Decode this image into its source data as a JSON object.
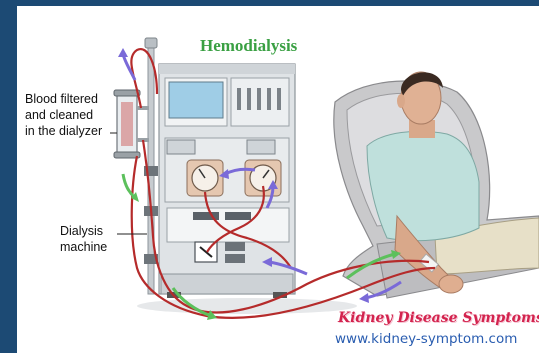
{
  "title": "Hemodialysis",
  "labels": {
    "dialyzer": [
      "Blood filtered",
      "and cleaned",
      "in the dialyzer"
    ],
    "machine": [
      "Dialysis",
      "machine"
    ]
  },
  "watermark": {
    "brand": "Kidney Disease Symptoms",
    "url": "www.kidney-symptom.com"
  },
  "colors": {
    "title": "#3aa043",
    "blood_tube": "#b52b2b",
    "arrow_green": "#5cc05c",
    "arrow_purple": "#7a6ad8",
    "frame": "#1c4a74"
  }
}
